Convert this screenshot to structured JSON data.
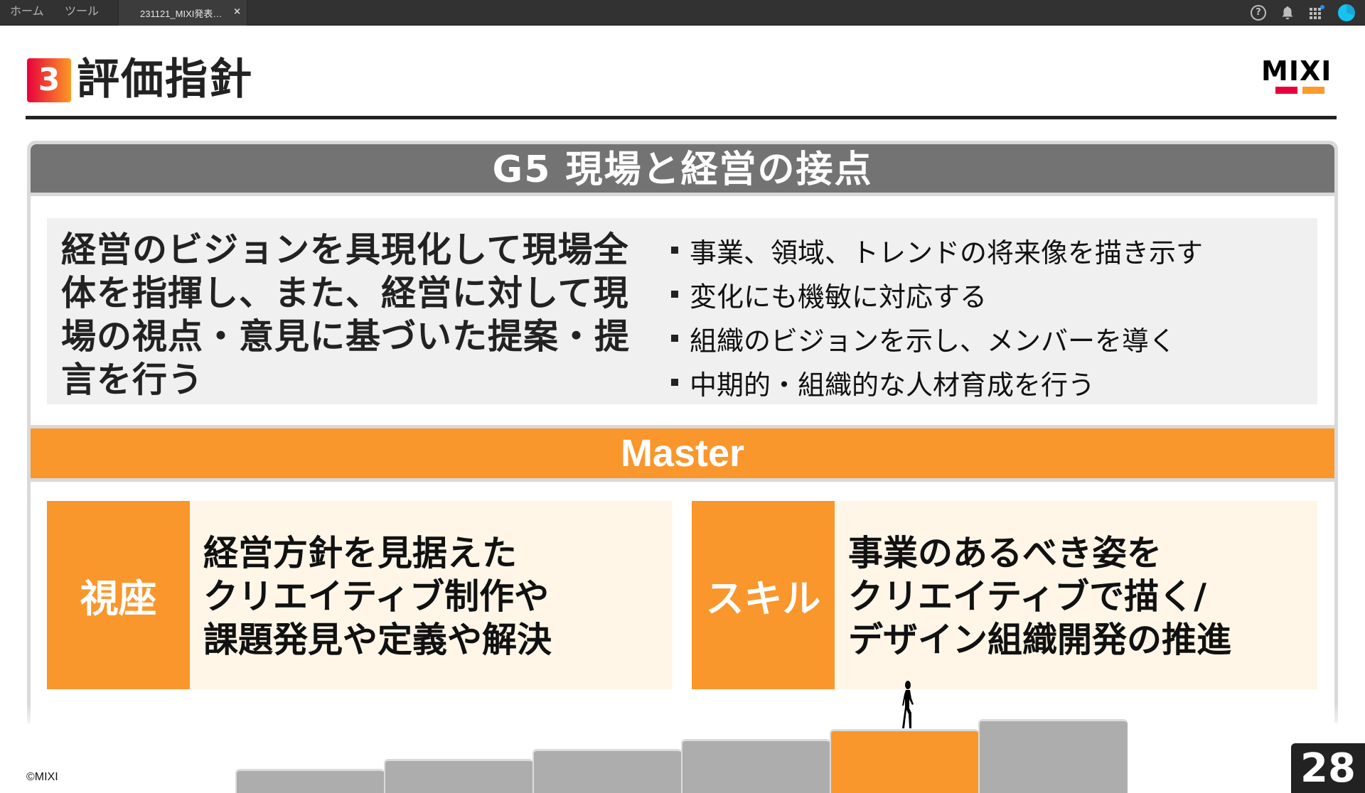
{
  "app": {
    "nav": [
      {
        "label": "ホーム"
      },
      {
        "label": "ツール"
      }
    ],
    "tab": {
      "label": "231121_MIXI発表…",
      "close": "×"
    },
    "icons": [
      "help-icon",
      "bell-icon",
      "apps-grid-icon",
      "user-avatar"
    ],
    "accent": "#1ea9d8",
    "notification_dot": "#1e90ff"
  },
  "slide": {
    "section_number": "3",
    "title": "評価指針",
    "logo": "MIXI",
    "grade_title": "G5  現場と経営の接点",
    "summary": "経営のビジョンを具現化して現場全体を指揮し、また、経営に対して現場の視点・意見に基づいた提案・提言を行う",
    "bullets": [
      "事業、領域、トレンドの将来像を描き示す",
      "変化にも機敏に対応する",
      "組織のビジョンを示し、メンバーを導く",
      "中期的・組織的な人材育成を行う"
    ],
    "level": "Master",
    "cards": [
      {
        "label": "視座",
        "text": "経営方針を見据えた\nクリエイティブ制作や\n課題発見や定義や解決"
      },
      {
        "label": "スキル",
        "text": "事業のあるべき姿を\nクリエイティブで描く/\nデザイン組織開発の推進"
      }
    ],
    "stairs": {
      "count": 6,
      "current_step": 5
    },
    "copyright": "©MIXI",
    "page_number": "28",
    "colors": {
      "orange": "#f9962c",
      "grey_header": "#737373",
      "card_bg": "#fff6e8",
      "summary_bg": "#f0f0f0",
      "brand_red": "#e8003c"
    }
  }
}
